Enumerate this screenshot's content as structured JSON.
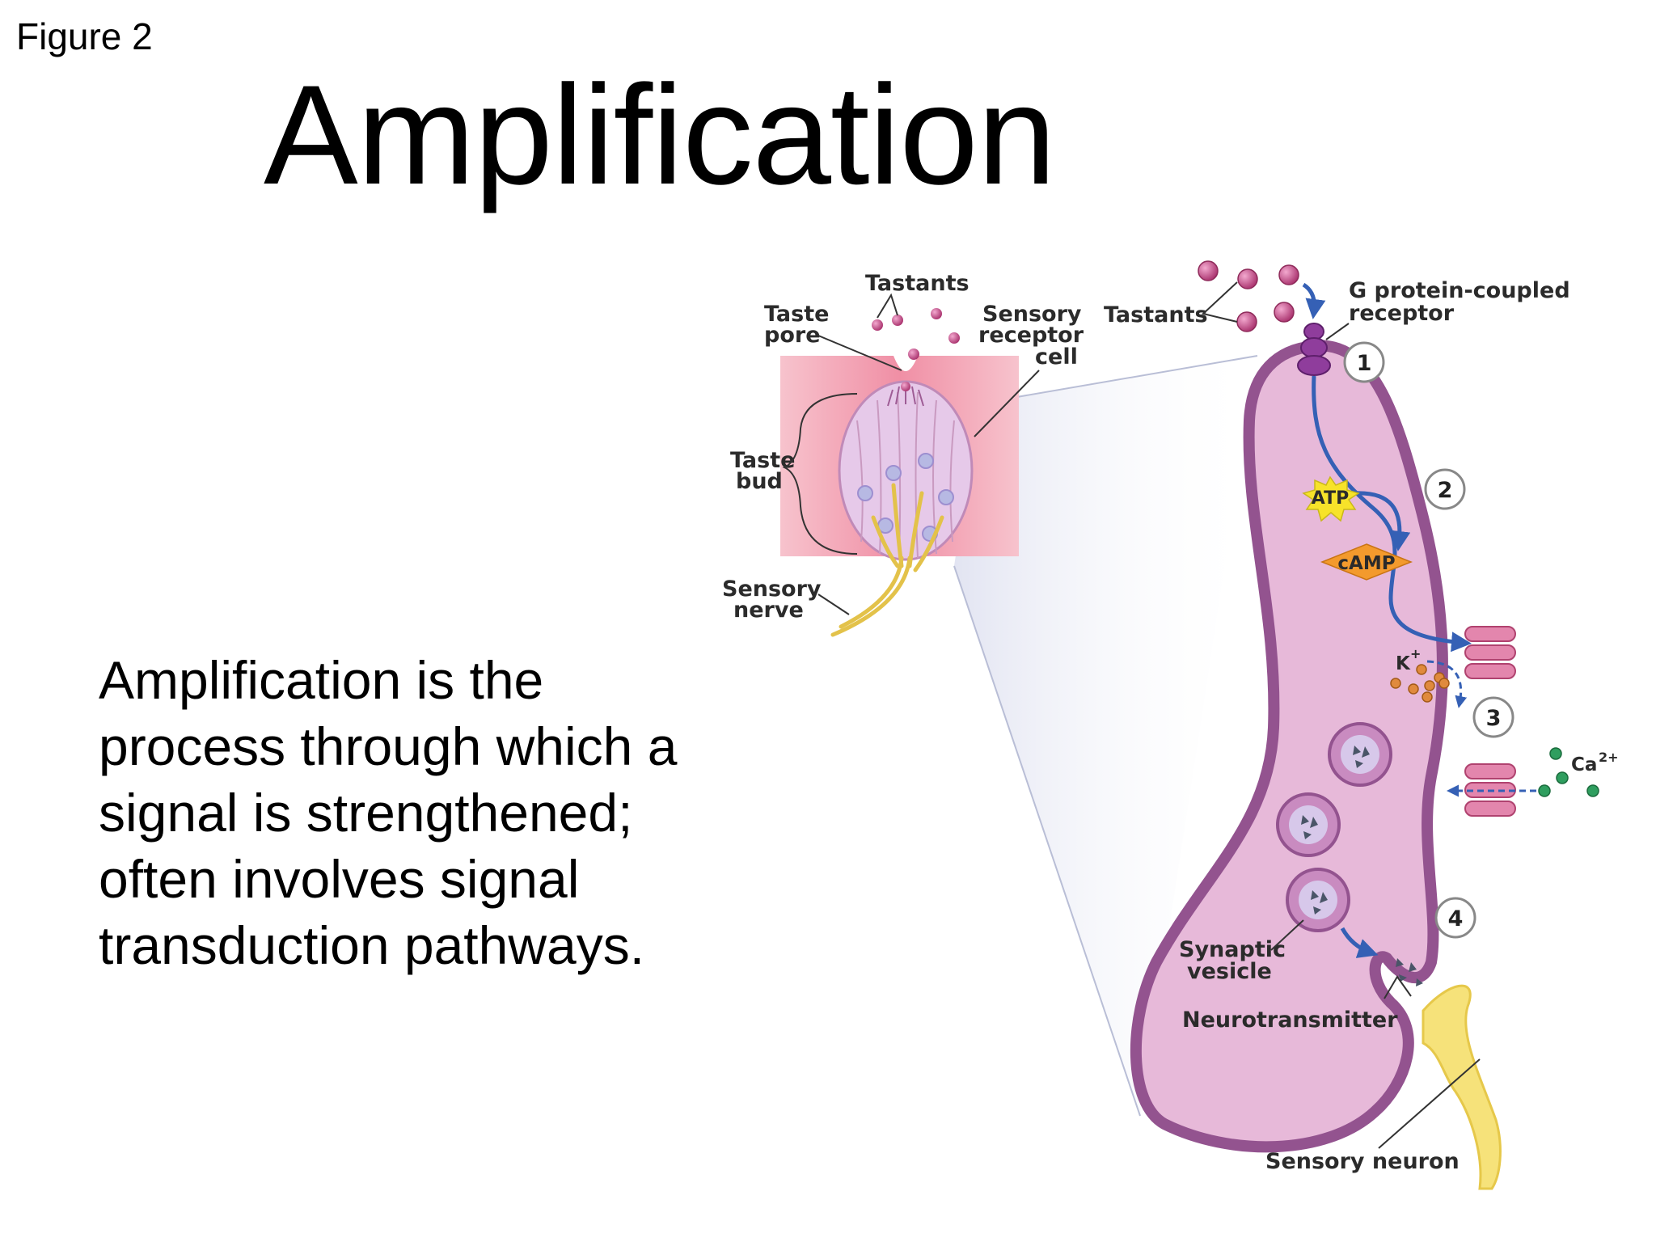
{
  "figure_label": "Figure 2",
  "title": "Amplification",
  "body_lines": [
    "Amplification is the",
    "process through which a",
    "signal is strengthened;",
    "often involves signal",
    "transduction pathways."
  ],
  "taste_bud_labels": {
    "tastants": "Tastants",
    "taste_pore_1": "Taste",
    "taste_pore_2": "pore",
    "sensory_receptor_1": "Sensory",
    "sensory_receptor_2": "receptor",
    "sensory_receptor_3": "cell",
    "taste_bud_1": "Taste",
    "taste_bud_2": "bud",
    "sensory_nerve_1": "Sensory",
    "sensory_nerve_2": "nerve"
  },
  "cell_labels": {
    "tastants": "Tastants",
    "gpcr_1": "G protein-coupled",
    "gpcr_2": "receptor",
    "atp": "ATP",
    "camp": "cAMP",
    "k_ion": "K",
    "k_sup": "+",
    "ca_ion": "Ca",
    "ca_sup": "2+",
    "synaptic_1": "Synaptic",
    "synaptic_2": "vesicle",
    "neurotransmitter": "Neurotransmitter",
    "sensory_neuron": "Sensory neuron"
  },
  "steps": [
    "1",
    "2",
    "3",
    "4"
  ],
  "colors": {
    "cell_fill": "#e7b9d9",
    "cell_border": "#93538f",
    "arrow_blue": "#3560b5",
    "atp_fill": "#f7e32a",
    "camp_fill": "#f39a2d",
    "tastant": "#c0417f",
    "neuron_yellow": "#f6e27a",
    "tissue_pink": "#f09bb0"
  }
}
